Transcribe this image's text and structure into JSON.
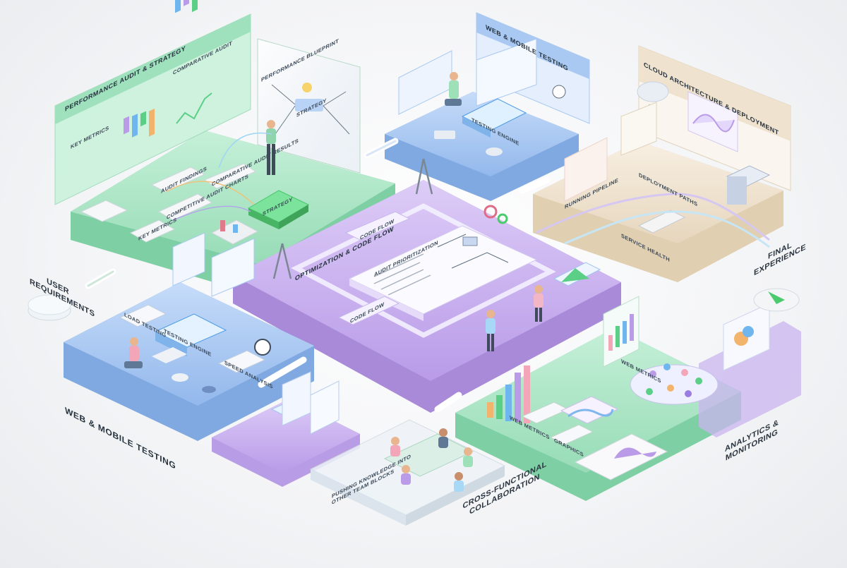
{
  "zones": {
    "performance_audit": {
      "title": "Performance Audit & Strategy",
      "blueprint": "Performance Blueprint",
      "strategy": "Strategy",
      "competitive_audit": "Comparative Audit",
      "key_metrics": "Key Metrics",
      "chip_1": "Audit Findings",
      "chip_2": "Comparative Audit Results",
      "chip_3": "Competitive Audit Charts",
      "chip_4": "Key Metrics",
      "center_node": "Strategy"
    },
    "web_mobile_top": {
      "title": "Web & Mobile Testing",
      "engine": "Testing Engine"
    },
    "cloud": {
      "title": "Cloud Architecture & Deployment",
      "pipeline": "Running Pipeline",
      "paths": "Deployment Paths",
      "service": "Service Health"
    },
    "optimization": {
      "title": "Optimization & Code Flow",
      "code_flow_1": "Code Flow",
      "code_flow_2": "Code Flow",
      "doc_title": "Audit Prioritization"
    },
    "web_mobile_left": {
      "title": "Web & Mobile Testing",
      "engine": "Testing Engine",
      "load": "Load Testing",
      "speed": "Speed Analysis"
    },
    "analytics": {
      "title": "Analytics & Monitoring",
      "web_metrics_1": "Web Metrics",
      "web_metrics_2": "Web Metrics",
      "graphics": "Graphics"
    },
    "collaboration": {
      "title": "Cross-Functional Collaboration",
      "note": "Pushing knowledge into other team blocks"
    }
  },
  "side_labels": {
    "user_requirements": "User Requirements",
    "final_experience": "Final Experience"
  },
  "colors": {
    "mint": "#a8e6c4",
    "lavender": "#c9b4ef",
    "sky": "#a9c9f3",
    "cream": "#f1e7d6",
    "accent_green": "#4ccb6e"
  }
}
